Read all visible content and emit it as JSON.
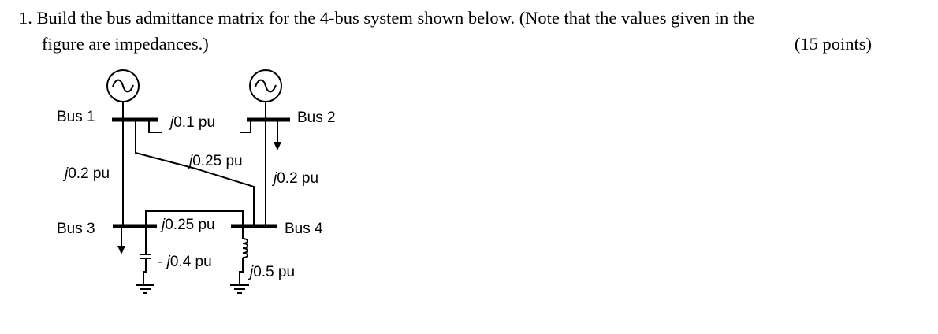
{
  "question": {
    "line1": "1. Build the bus admittance matrix for the 4-bus system shown below. (Note that the values given in the",
    "line2": "figure are impedances.)",
    "points": "(15 points)"
  },
  "diagram": {
    "buses": {
      "bus1": "Bus 1",
      "bus2": "Bus 2",
      "bus3": "Bus 3",
      "bus4": "Bus 4"
    },
    "impedances": {
      "z12": "j0.1 pu",
      "z14": "j0.25 pu",
      "z13": "j0.2 pu",
      "z24": "j0.2 pu",
      "z34": "j0.25 pu",
      "z3_shunt": "- j0.4 pu",
      "z4_shunt": "j0.5 pu"
    }
  }
}
